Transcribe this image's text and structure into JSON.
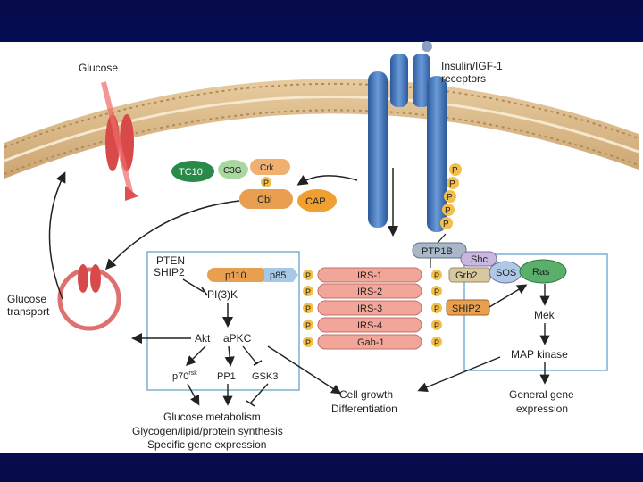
{
  "labels": {
    "glucose": "Glucose",
    "receptor_line1": "Insulin/IGF-1",
    "receptor_line2": "receptors",
    "glucose_transport_line1": "Glucose",
    "glucose_transport_line2": "transport",
    "pten": "PTEN",
    "ship2_left": "SHIP2",
    "pi3k": "PI(3)K",
    "akt": "Akt",
    "apkc": "aPKC",
    "p70": "p70",
    "p70_sup": "rsk",
    "pp1": "PP1",
    "gsk3": "GSK3",
    "metab_line1": "Glucose metabolism",
    "metab_line2": "Glycogen/lipid/protein synthesis",
    "metab_line3": "Specific gene expression",
    "cell_growth_line1": "Cell growth",
    "cell_growth_line2": "Differentiation",
    "mek": "Mek",
    "map_kinase": "MAP kinase",
    "general_gene_line1": "General gene",
    "general_gene_line2": "expression"
  },
  "molecules": {
    "tc10": "TC10",
    "c3g": "C3G",
    "crk": "Crk",
    "cbl": "Cbl",
    "cap": "CAP",
    "p110": "p110",
    "p85": "p85",
    "irs1": "IRS-1",
    "irs2": "IRS-2",
    "irs3": "IRS-3",
    "irs4": "IRS-4",
    "gab1": "Gab-1",
    "ptp1b": "PTP1B",
    "shc": "Shc",
    "grb2": "Grb2",
    "sos": "SOS",
    "ras": "Ras",
    "ship2": "SHIP2",
    "phospho": "P"
  },
  "colors": {
    "membrane": "#d9b98a",
    "receptor": "#3a6fb0",
    "irs": "#f2a69a",
    "phospho": "#f2c04a",
    "tc10": "#2a8a4a",
    "ras": "#5ab06a",
    "box_border": "#7ab0d0"
  }
}
